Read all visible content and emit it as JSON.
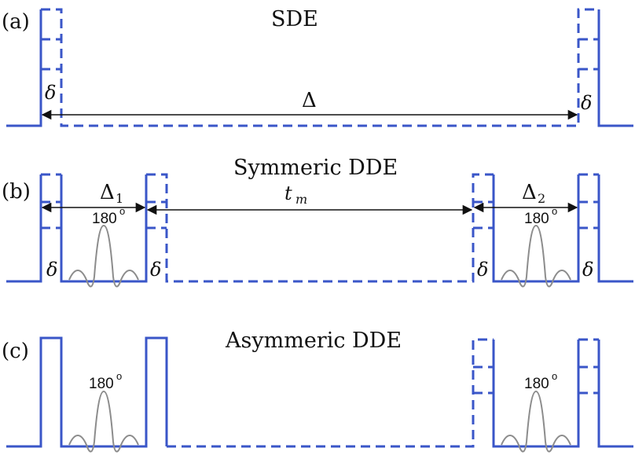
{
  "colors": {
    "pulse": "#3a56c8",
    "rf": "#8c8c8c",
    "arrow": "#111111",
    "text": "#111111"
  },
  "panels": {
    "a": {
      "label": "(a)",
      "title": "SDE",
      "delta_left": "δ",
      "delta_right": "δ",
      "big_delta": "Δ"
    },
    "b": {
      "label": "(b)",
      "title": "Symmeric DDE",
      "delta1_symbol": "Δ",
      "delta1_sub": "1",
      "tm_symbol": "t",
      "tm_sub": "m",
      "delta2_symbol": "Δ",
      "delta2_sub": "2",
      "rf1_label": "180",
      "rf1_sup": "o",
      "rf2_label": "180",
      "rf2_sup": "o",
      "delta_a": "δ",
      "delta_b": "δ",
      "delta_c": "δ",
      "delta_d": "δ"
    },
    "c": {
      "label": "(c)",
      "title": "Asymmeric DDE",
      "rf1_label": "180",
      "rf1_sup": "o",
      "rf2_label": "180",
      "rf2_sup": "o"
    }
  }
}
